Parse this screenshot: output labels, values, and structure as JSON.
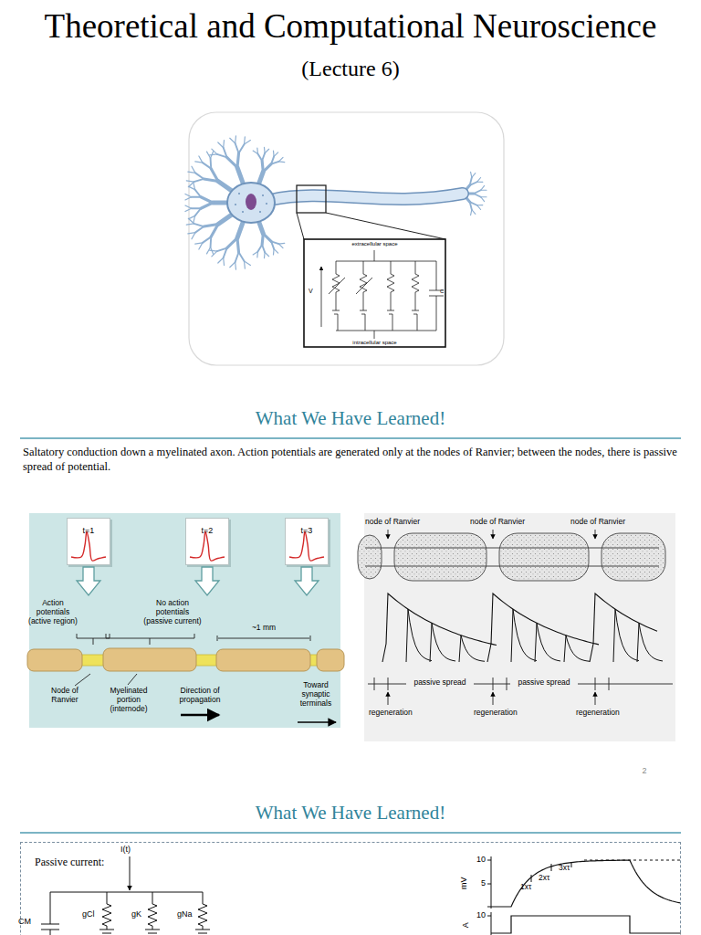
{
  "diagram": {
    "title": "Theoretical and Computational Neuroscience",
    "nodes": [
      {
        "text": [
          "t=1"
        ]
      },
      {
        "text": [
          "t=2"
        ]
      },
      {
        "text": [
          "t=3"
        ]
      },
      {
        "text": [
          "Passive current:"
        ]
      }
    ],
    "labels": [
      "(Lecture 6)",
      "extracellular space",
      "intracellular space",
      "V",
      "C",
      "What We Have Learned!",
      "Saltatory conduction down a myelinated axon. Action potentials are generated only at the nodes of Ranvier; between the nodes, there is passive spread of potential.",
      "Action potentials (active region)",
      "No action potentials (passive current)",
      "~1 mm",
      "Node of Ranvier",
      "Myelinated portion (internode)",
      "Direction of propagation",
      "Toward synaptic terminals",
      "node of Ranvier",
      "node of Ranvier",
      "node of Ranvier",
      "passive spread",
      "passive spread",
      "regeneration",
      "regeneration",
      "regeneration",
      "2",
      "What We Have Learned!",
      "I(t)",
      "gCl",
      "gK",
      "gNa",
      "CM",
      "10",
      "5",
      "mV",
      "1xτ",
      "2xτ",
      "3xτ",
      "10",
      "A"
    ]
  }
}
